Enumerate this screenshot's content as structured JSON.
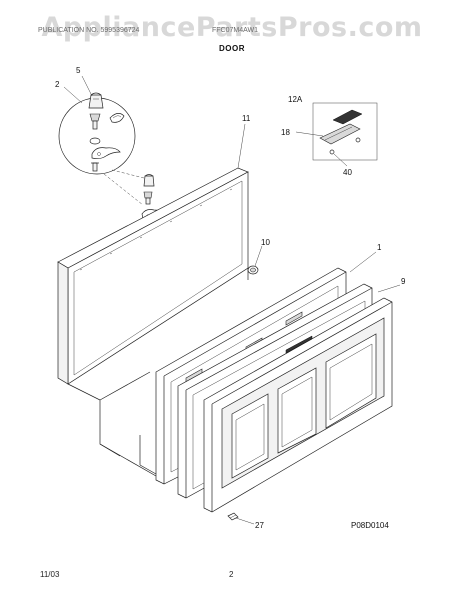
{
  "watermark": "AppliancePartsPros.com",
  "header": {
    "left": "PUBLICATION NO. 5995396724",
    "right": "FFC07M4AW1",
    "section_title": "DOOR"
  },
  "callouts": {
    "c5": "5",
    "c2": "2",
    "c11": "11",
    "c12a": "12A",
    "c18": "18",
    "c40": "40",
    "c10": "10",
    "c1": "1",
    "c9": "9",
    "c27": "27"
  },
  "figure_code": "P08D0104",
  "footer": {
    "date": "11/03",
    "page": "2"
  }
}
